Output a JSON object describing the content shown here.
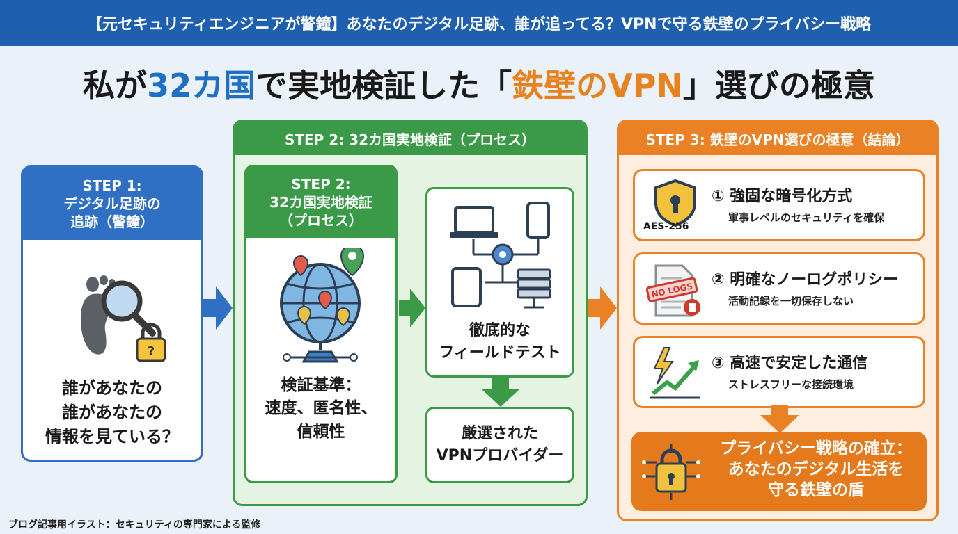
{
  "banner": {
    "text": "【元セキュリティエンジニアが警鐘】あなたのデジタル足跡、誰が追ってる？VPNで守る鉄壁のプライバシー戦略"
  },
  "main_title": {
    "part1": "私が",
    "part2": "32カ国",
    "part3": "で実地検証した「",
    "part4": "鉄壁のVPN",
    "part5": "」選びの極意"
  },
  "step1": {
    "heading_line1": "STEP 1:",
    "heading_line2": "デジタル足跡の",
    "heading_line3": "追跡（警鐘）",
    "body_line1": "誰があなたの",
    "body_line2": "誰があなたの",
    "body_line3": "情報を見ている？"
  },
  "step2": {
    "heading": "STEP 2: 32カ国実地検証（プロセス）",
    "inner_heading_line1": "STEP 2:",
    "inner_heading_line2": "32カ国実地検証",
    "inner_heading_line3": "（プロセス）",
    "criteria_line1": "検証基準：",
    "criteria_line2": "速度、匿名性、",
    "criteria_line3": "信頼性",
    "field_line1": "徹底的な",
    "field_line2": "フィールドテスト",
    "provider_line1": "厳選された",
    "provider_line2": "VPNプロバイダー"
  },
  "step3": {
    "heading": "STEP 3: 鉄壁のVPN選びの極意（結論）",
    "features": [
      {
        "title": "① 強固な暗号化方式",
        "sub": "軍事レベルのセキュリティを確保",
        "icon_label": "AES-256"
      },
      {
        "title": "② 明確なノーログポリシー",
        "sub": "活動記録を一切保存しない",
        "icon_label": "NO LOGS"
      },
      {
        "title": "③ 高速で安定した通信",
        "sub": "ストレスフリーな接続環境"
      }
    ],
    "conclusion_line1": "プライバシー戦略の確立：",
    "conclusion_line2": "あなたのデジタル生活を",
    "conclusion_line3": "守る鉄壁の盾"
  },
  "footer": {
    "text": "ブログ記事用イラスト：セキュリティの専門家による監修"
  },
  "colors": {
    "blue": "#2f6fc4",
    "green": "#3a9a48",
    "orange": "#ea8124",
    "banner": "#1f5fb0"
  }
}
